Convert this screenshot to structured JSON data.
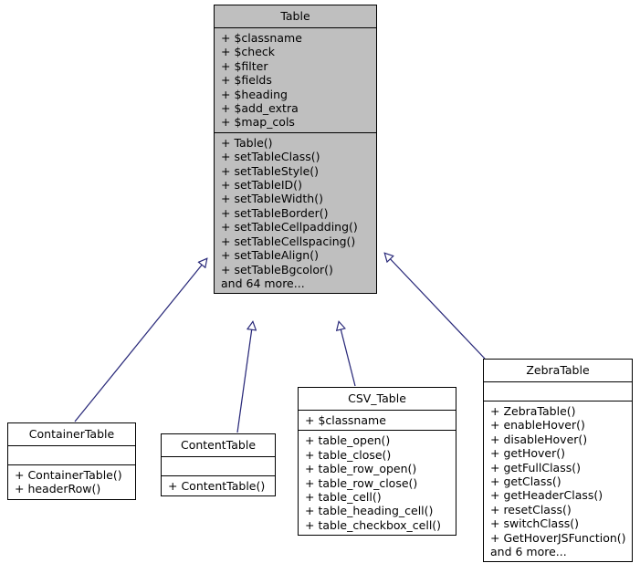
{
  "diagram": {
    "kind": "uml-class-diagram",
    "background": "#ffffff",
    "edge_color": "#2a2a7a",
    "highlight_fill": "#bfbfbf",
    "plain_fill": "#ffffff",
    "border_color": "#000000",
    "classes": [
      {
        "id": "table",
        "name": "Table",
        "highlighted": true,
        "attributes": [
          "+ $classname",
          "+ $check",
          "+ $filter",
          "+ $fields",
          "+ $heading",
          "+ $add_extra",
          "+ $map_cols"
        ],
        "operations": [
          "+ Table()",
          "+ setTableClass()",
          "+ setTableStyle()",
          "+ setTableID()",
          "+ setTableWidth()",
          "+ setTableBorder()",
          "+ setTableCellpadding()",
          "+ setTableCellspacing()",
          "+ setTableAlign()",
          "+ setTableBgcolor()",
          "and 64 more..."
        ]
      },
      {
        "id": "containertable",
        "name": "ContainerTable",
        "highlighted": false,
        "attributes": [],
        "operations": [
          "+ ContainerTable()",
          "+ headerRow()"
        ]
      },
      {
        "id": "contenttable",
        "name": "ContentTable",
        "highlighted": false,
        "attributes": [],
        "operations": [
          "+ ContentTable()"
        ]
      },
      {
        "id": "csvtable",
        "name": "CSV_Table",
        "highlighted": false,
        "attributes": [
          "+ $classname"
        ],
        "operations": [
          "+ table_open()",
          "+ table_close()",
          "+ table_row_open()",
          "+ table_row_close()",
          "+ table_cell()",
          "+ table_heading_cell()",
          "+ table_checkbox_cell()"
        ]
      },
      {
        "id": "zebratable",
        "name": "ZebraTable",
        "highlighted": false,
        "attributes": [],
        "operations": [
          "+ ZebraTable()",
          "+ enableHover()",
          "+ disableHover()",
          "+ getHover()",
          "+ getFullClass()",
          "+ getClass()",
          "+ getHeaderClass()",
          "+ resetClass()",
          "+ switchClass()",
          "+ GetHoverJSFunction()",
          "and 6 more..."
        ]
      }
    ],
    "relationships": [
      {
        "type": "generalization",
        "from": "containertable",
        "to": "table"
      },
      {
        "type": "generalization",
        "from": "contenttable",
        "to": "table"
      },
      {
        "type": "generalization",
        "from": "csvtable",
        "to": "table"
      },
      {
        "type": "generalization",
        "from": "zebratable",
        "to": "table"
      }
    ]
  }
}
